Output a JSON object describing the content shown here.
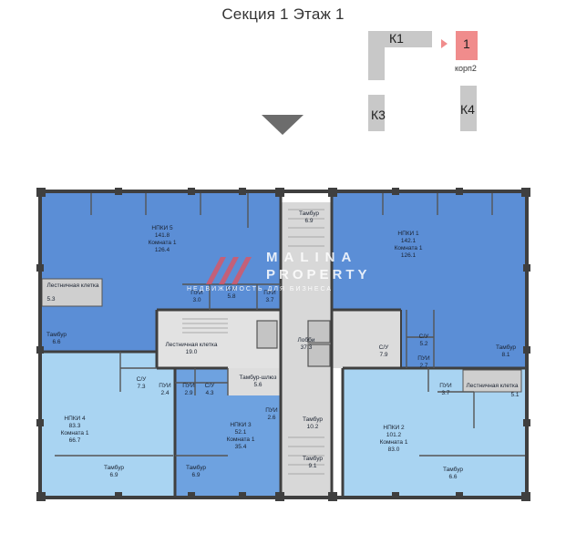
{
  "header": {
    "title": "Секция 1 Этаж  1"
  },
  "minimap": {
    "k1": "К1",
    "k3": "К3",
    "k4": "К4",
    "current": "1",
    "current_sub": "корп2"
  },
  "watermark": {
    "line1": "MALINA",
    "line2": "PROPERTY",
    "line3": "НЕДВИЖИМОСТЬ ДЛЯ БИЗНЕСА"
  },
  "rooms": {
    "npki5": {
      "name": "НПКИ 5",
      "area": "141.8",
      "sub": "Комната 1",
      "sub_area": "126.4"
    },
    "npki1": {
      "name": "НПКИ 1",
      "area": "142.1",
      "sub": "Комната 1",
      "sub_area": "126.1"
    },
    "npki4": {
      "name": "НПКИ 4",
      "area": "83.3",
      "sub": "Комната 1",
      "sub_area": "66.7"
    },
    "npki3": {
      "name": "НПКИ 3",
      "area": "52.1",
      "sub": "Комната 1",
      "sub_area": "35.4"
    },
    "npki2": {
      "name": "НПКИ 2",
      "area": "101.2",
      "sub": "Комната 1",
      "sub_area": "83.0"
    },
    "tambur_top": {
      "name": "Тамбур",
      "area": "6.9"
    },
    "stair_left": {
      "name": "Лестничная клетка",
      "area": "5.3"
    },
    "pui_a": {
      "name": "ПУИ",
      "area": "3.0"
    },
    "su_a": {
      "name": "С/У",
      "area": "5.8"
    },
    "pui_b": {
      "name": "ПУИ",
      "area": "3.7"
    },
    "tambur_left": {
      "name": "Тамбур",
      "area": "6.6"
    },
    "stair_center": {
      "name": "Лестничная клетка",
      "area": "19.0"
    },
    "lobby": {
      "name": "Лобби",
      "area": "37.3"
    },
    "su_c": {
      "name": "С/У",
      "area": "7.9"
    },
    "su_d": {
      "name": "С/У",
      "area": "5.2"
    },
    "pui_d": {
      "name": "ПУИ",
      "area": "2.7"
    },
    "tambur_r1": {
      "name": "Тамбур",
      "area": "8.1"
    },
    "su_e": {
      "name": "С/У",
      "area": "7.3"
    },
    "pui_e": {
      "name": "ПУИ",
      "area": "2.4"
    },
    "pui_f": {
      "name": "ПУИ",
      "area": "2.9"
    },
    "su_f": {
      "name": "С/У",
      "area": "4.3"
    },
    "tambur_shluz": {
      "name": "Тамбур-шлюз",
      "area": "5.6"
    },
    "pui_g": {
      "name": "ПУИ",
      "area": "3.7"
    },
    "stair_right": {
      "name": "Лестничная клетка",
      "area": "5.1"
    },
    "pui_h": {
      "name": "ПУИ",
      "area": "2.6"
    },
    "tambur_mid": {
      "name": "Тамбур",
      "area": "10.2"
    },
    "tambur_bot": {
      "name": "Тамбур",
      "area": "9.1"
    },
    "tambur_b4": {
      "name": "Тамбур",
      "area": "6.9"
    },
    "tambur_b3": {
      "name": "Тамбур",
      "area": "6.9"
    },
    "tambur_b2": {
      "name": "Тамбур",
      "area": "6.6"
    }
  },
  "colors": {
    "dark_blue": "#5b8ed6",
    "mid_blue": "#6ea2e0",
    "light_blue": "#a9d4f2",
    "wall": "#3f3f3f",
    "core_grey": "#cfcfcf",
    "minimap_grey": "#c8c8c8",
    "minimap_red": "#f08c8c",
    "arrow_grey": "#6c6c6c"
  }
}
